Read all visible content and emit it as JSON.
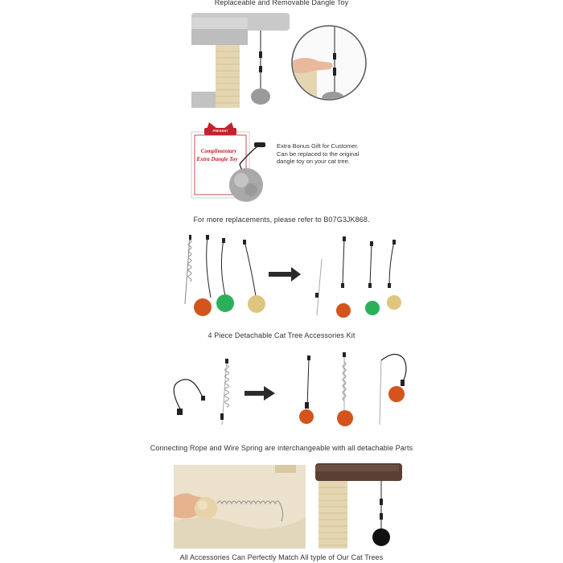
{
  "captions": {
    "c1": "Replaceable and Removable Dangle Toy",
    "c2": "For more replacements, please refer to B07G3JK868.",
    "c3": "4 Piece Detachable Cat Tree Accessories Kit",
    "c4": "Connecting Rope and Wire Spring are interchangeable with all detachable Parts",
    "c5": "All Accessories Can Perfectly Match All typle of Our Cat Trees"
  },
  "bonus_note": {
    "line1": "Extra Bonus Gift for Customer.",
    "line2": "Can be replaced to the original",
    "line3": "dangle toy on your cat tree."
  },
  "gift_card": {
    "ribbon": "PRESENT",
    "title_line1": "Complimentary",
    "title_line2": "Extra Dangle Toy"
  },
  "colors": {
    "plush_gray": "#b9b9b9",
    "sisal": "#e4d6b2",
    "ribbon_red": "#c3222c",
    "ball_orange": "#d3541c",
    "ball_green": "#2bb05a",
    "ball_yellow": "#e0c57e",
    "wood_brown": "#5a4034"
  }
}
